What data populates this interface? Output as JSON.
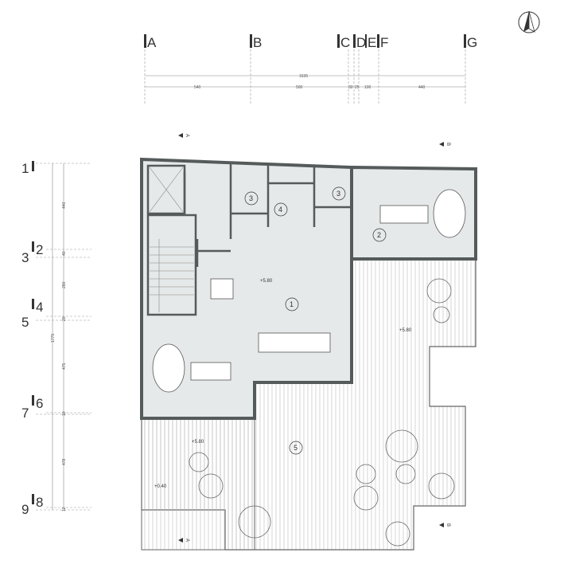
{
  "grid_columns": [
    "A",
    "B",
    "C",
    "D",
    "E",
    "F",
    "G"
  ],
  "grid_rows": [
    "1",
    "2",
    "3",
    "4",
    "5",
    "6",
    "7",
    "8",
    "9"
  ],
  "horizontal_dimensions": {
    "total": "1635",
    "segments": [
      "540",
      "500",
      "30",
      "25",
      "100",
      "440"
    ]
  },
  "vertical_dimensions": {
    "total": "1775",
    "segments": [
      "440",
      "40",
      "290",
      "20",
      "475",
      "10",
      "478",
      "12"
    ]
  },
  "rooms": [
    "1",
    "2",
    "3",
    "3",
    "4",
    "5"
  ],
  "levels": {
    "main": "+5.80",
    "terrace_right": "+5.80",
    "terrace_left": "+5.80",
    "stair": "+0.40"
  },
  "section_markers": {
    "a_top": "A",
    "a_bottom": "A",
    "b_top": "B",
    "b_bottom": "B"
  },
  "colors": {
    "wall": "#555a5a",
    "floor": "#e6e9e9",
    "line": "#999"
  }
}
